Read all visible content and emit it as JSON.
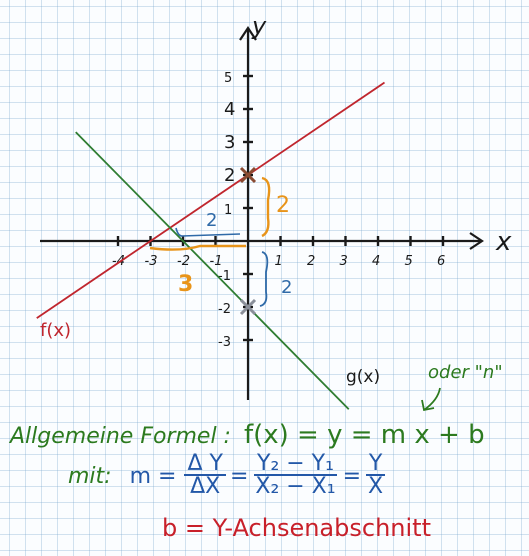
{
  "graph": {
    "x_axis_label": "x",
    "y_axis_label": "y",
    "x_tick_labels": [
      {
        "value": -4,
        "text": "-4"
      },
      {
        "value": -3,
        "text": "-3"
      },
      {
        "value": -2,
        "text": "-2"
      },
      {
        "value": -1,
        "text": "-1"
      },
      {
        "value": 1,
        "text": "1"
      },
      {
        "value": 2,
        "text": "2"
      },
      {
        "value": 3,
        "text": "3"
      },
      {
        "value": 4,
        "text": "4"
      },
      {
        "value": 5,
        "text": "5"
      },
      {
        "value": 6,
        "text": "6"
      }
    ],
    "y_tick_labels": [
      {
        "value": 5,
        "text": "5"
      },
      {
        "value": 4,
        "text": "4"
      },
      {
        "value": 3,
        "text": "3"
      },
      {
        "value": 2,
        "text": "2"
      },
      {
        "value": 1,
        "text": "1"
      },
      {
        "value": -1,
        "text": "-1"
      },
      {
        "value": -2,
        "text": "-2"
      },
      {
        "value": -3,
        "text": "-3"
      }
    ],
    "functions": [
      {
        "name": "f(x)",
        "slope": 0.667,
        "intercept": 2,
        "color": "#c0262e"
      },
      {
        "name": "g(x)",
        "slope": -1,
        "intercept": -2,
        "color": "#2f7d32"
      }
    ],
    "marked_points": [
      {
        "x": 0,
        "y": 2,
        "color": "#8a4b32"
      },
      {
        "x": 0,
        "y": -2,
        "color": "#8a8f99"
      }
    ],
    "annotations": {
      "orange_rise": "2",
      "orange_run": "3",
      "blue_run": "2",
      "blue_rise": "2",
      "note": "oder \"n\""
    },
    "colors": {
      "axis": "#1a1a1a",
      "orange": "#e8941a",
      "blue": "#2f6aa8",
      "green": "#2c7a1f",
      "red": "#c8202a"
    }
  },
  "formula": {
    "line1_prefix": "Allgemeine Formel :",
    "line1_expr": "f(x) = y = m x + b",
    "line2_prefix": "mit:",
    "m": "m =",
    "frac1_num": "Δ Y",
    "frac1_den": "ΔX",
    "frac2_num": "Y₂ − Y₁",
    "frac2_den": "X₂ − X₁",
    "frac3_num": "Y",
    "frac3_den": "X",
    "eq": "=",
    "line3": "b = Y-Achsenabschnitt"
  }
}
